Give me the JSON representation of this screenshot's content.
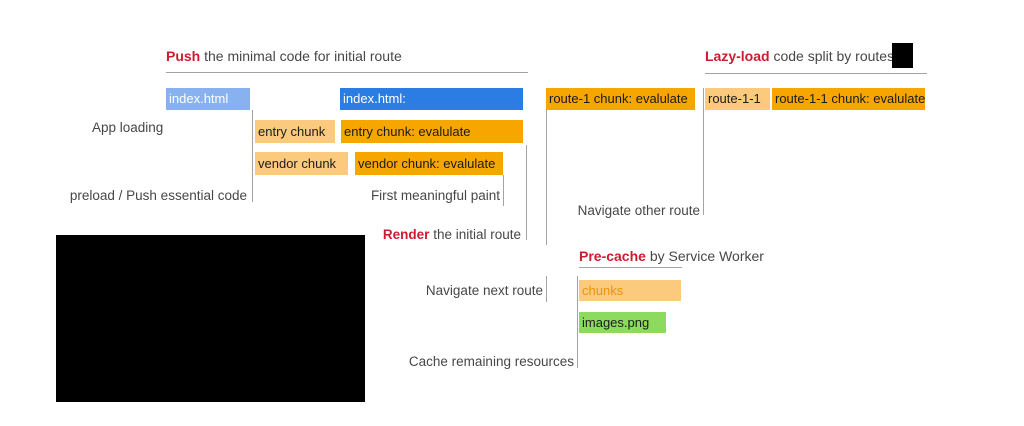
{
  "headings": {
    "push": {
      "bold": "Push",
      "rest": " the minimal code for initial route"
    },
    "lazy": {
      "bold": "Lazy-load",
      "rest": " code split by routes"
    },
    "precache": {
      "bold": "Pre-cache",
      "rest": " by Service Worker"
    },
    "render": {
      "bold": "Render",
      "rest": " the initial route"
    }
  },
  "bars": {
    "index_html": "index.html",
    "index_html_eval": "index.html:",
    "entry_chunk": "entry chunk",
    "entry_chunk_eval": "entry chunk: evalulate",
    "vendor_chunk": "vendor chunk",
    "vendor_chunk_eval": "vendor chunk: evalulate",
    "route1_eval": "route-1 chunk: evalulate",
    "route11": "route-1-1",
    "route11_eval": "route-1-1 chunk: evalulate",
    "chunks": "chunks",
    "images": "images.png"
  },
  "labels": {
    "app_loading": "App loading",
    "preload": "preload / Push essential code",
    "fmp": "First meaningful paint",
    "navigate_other": "Navigate other route",
    "navigate_next": "Navigate next route",
    "cache_remaining": "Cache remaining resources"
  },
  "colors": {
    "accent_red": "#cf1b2f",
    "bar_blue": "#2b7de3",
    "bar_light_blue": "#87b2ef",
    "bar_orange": "#f7a600",
    "bar_light_orange": "#fbca7d",
    "bar_green": "#8cdb5e",
    "chunks_text": "#e8940e",
    "label_gray": "#474747",
    "line_gray": "#a3a3a3"
  }
}
